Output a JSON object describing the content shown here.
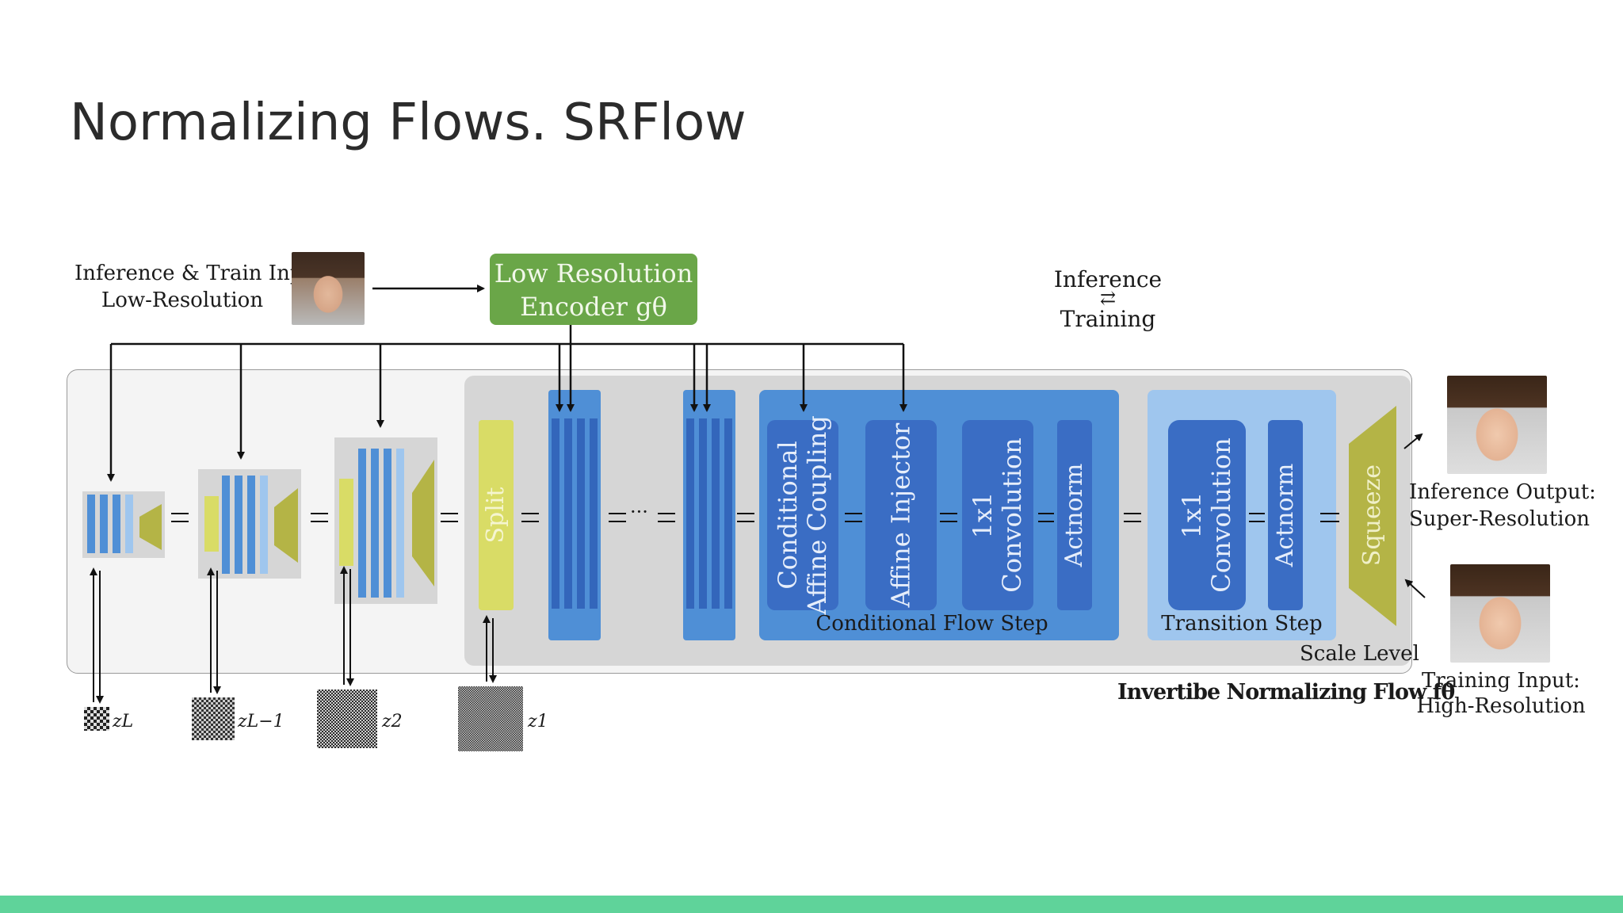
{
  "slide": {
    "title": "Normalizing Flows. SRFlow"
  },
  "diagram": {
    "input_label_line1": "Inference & Train Input:",
    "input_label_line2": "Low-Resolution",
    "encoder_line1": "Low Resolution",
    "encoder_line2": "Encoder gθ",
    "legend_inference": "Inference",
    "legend_arrows": "⇄",
    "legend_training": "Training",
    "split_label": "Split",
    "ellipsis": "···",
    "conditional_affine_line1": "Conditional",
    "conditional_affine_line2": "Affine Coupling",
    "affine_injector": "Affine Injector",
    "conv1x1_line1": "1x1",
    "conv1x1_line2": "Convolution",
    "actnorm": "Actnorm",
    "conditional_flow_step": "Conditional Flow Step",
    "transition_conv_line1": "1x1",
    "transition_conv_line2": "Convolution",
    "transition_actnorm": "Actnorm",
    "transition_step": "Transition Step",
    "squeeze": "Squeeze",
    "scale_level": "Scale Level",
    "flow_caption": "Invertibe Normalizing Flow fθ",
    "output_label_line1": "Inference Output:",
    "output_label_line2": "Super-Resolution",
    "train_input_line1": "Training Input:",
    "train_input_line2": "High-Resolution",
    "z_labels": [
      "zL",
      "zL−1",
      "z2",
      "z1"
    ]
  },
  "colors": {
    "encoder_green": "#6aa648",
    "split_yellow": "#d9dc66",
    "squeeze_olive": "#b4b446",
    "flow_blue": "#4f8fd6",
    "block_dark_blue": "#3a6dc4",
    "transition_light_blue": "#9fc6ee",
    "panel_gray": "#d8d8d8",
    "accent_bar": "#5fd39a"
  }
}
